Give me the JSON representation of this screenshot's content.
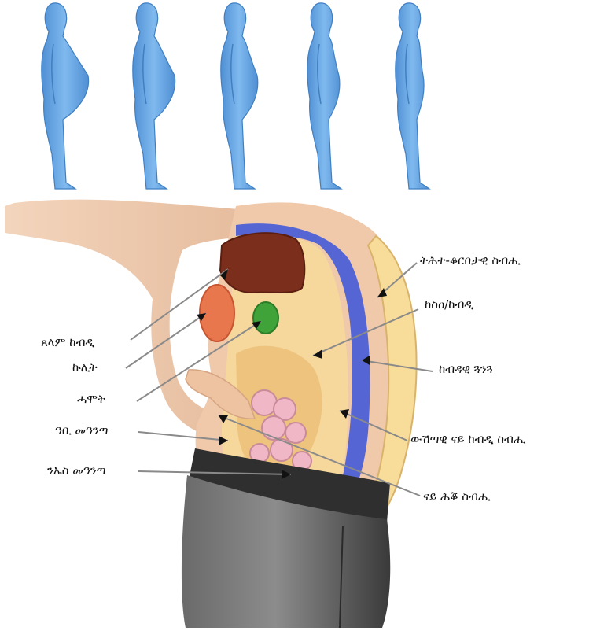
{
  "figures": {
    "count": 5,
    "skin_color": "#6aa9e6",
    "outline_color": "#3f7fc2",
    "stages": [
      "heaviest",
      "heavy",
      "medium",
      "lighter",
      "slim"
    ]
  },
  "anatomy": {
    "skin_color": "#efc9ab",
    "liver_color": "#7b2e1c",
    "kidney_color": "#e9774e",
    "gallbladder_color": "#3fa33a",
    "fat_color": "#f7dc9a",
    "muscle_color": "#5b6fd6",
    "intestine_color": "#f0b8c7",
    "trouser_color": "#4a4a4a"
  },
  "labels": {
    "subcutaneous_fat": "ትሕተ-ቆርበታዊ ስብሒ",
    "liver_fat": "ከስዐ/ከብዲ",
    "liver": "ጸላም ከብዲ",
    "kidney": "ኩሊት",
    "gallbladder": "ሓሞት",
    "abdominal_muscle": "ከብዳዊ ጓንጓ",
    "large_intestine": "ዓቢ መዓንጣ",
    "visceral_fat": "ውሽጣዊ ናይ ከብዲ ስብሒ",
    "small_intestine": "ንኡስ መዓንጣ",
    "back_fat": "ናይ ሕቖ ስብሒ"
  }
}
